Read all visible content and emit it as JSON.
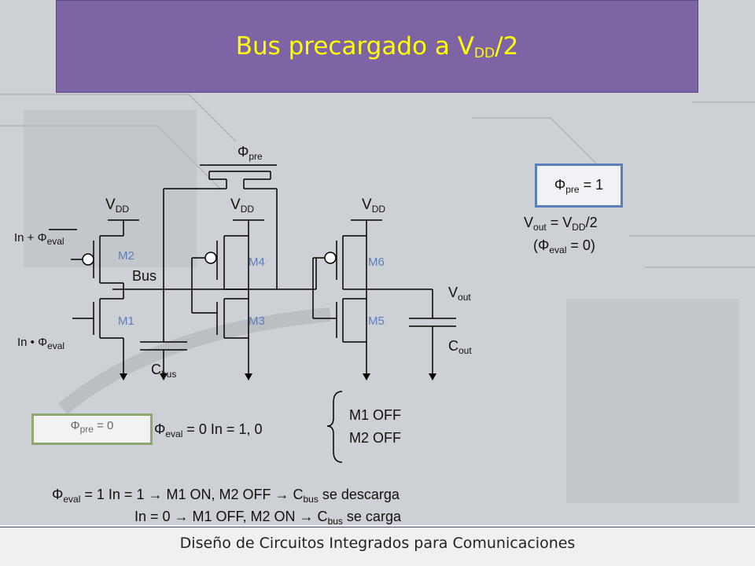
{
  "slide": {
    "title_main": "Bus precargado a V",
    "title_sub": "DD",
    "title_tail": "/2",
    "footer": "Diseño de Circuitos Integrados para Comunicaciones"
  },
  "circuit": {
    "phi_pre": "Φ",
    "phi_pre_sub": "pre",
    "vdd": "V",
    "vdd_sub": "DD",
    "in_plus": "In + Φ",
    "in_plus_sub": "eval",
    "in_dot": "In • Φ",
    "in_dot_sub": "eval",
    "bus": "Bus",
    "cbus": "C",
    "cbus_sub": "bus",
    "vout": "V",
    "vout_sub": "out",
    "cout": "C",
    "cout_sub": "out",
    "transistors": [
      "M2",
      "M1",
      "M4",
      "M3",
      "M6",
      "M5"
    ]
  },
  "precharge_box": {
    "text": "Φ",
    "sub": "pre",
    "tail": " = 1"
  },
  "vout_eq": {
    "a": "V",
    "a_sub": "out",
    "b": " = V",
    "b_sub": "DD",
    "c": "/2"
  },
  "phi_eval_zero": {
    "a": "(Φ",
    "a_sub": "eval",
    "b": " = 0)"
  },
  "phase_box": {
    "text": "Φ",
    "sub": "pre",
    "tail": " = 0"
  },
  "eval_line": {
    "a": "Φ",
    "a_sub": "eval",
    "b": " = 0  In = 1, 0"
  },
  "off_states": [
    "M1 OFF",
    "M2 OFF"
  ],
  "notes": {
    "line1_a": "Φ",
    "line1_a_sub": "eval",
    "line1_b": " = 1  In = 1 → M1 ON, M2 OFF → C",
    "line1_b_sub": "bus",
    "line1_c": " se descarga",
    "line2_a": "In = 0 → M1 OFF, M2 ON → C",
    "line2_a_sub": "bus",
    "line2_b": " se carga"
  },
  "colors": {
    "title_bg": "#7d64a4",
    "title_text": "#ffff00",
    "transistor_label": "#5d7fb8"
  }
}
